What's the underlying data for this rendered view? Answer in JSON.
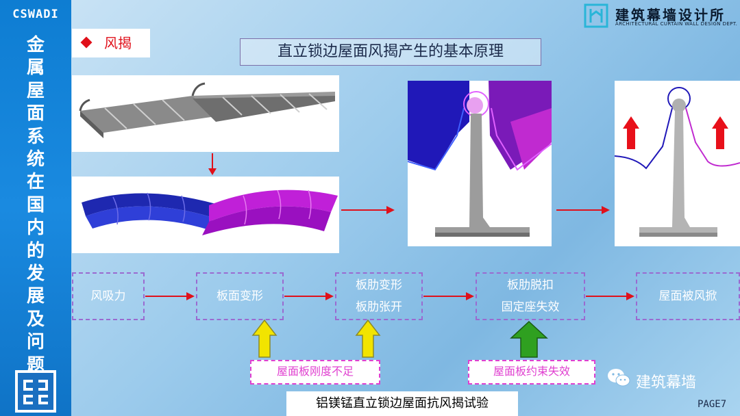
{
  "sidebar": {
    "org": "CSWADI",
    "vertical_title": "金属屋面系统在国内的发展及问题"
  },
  "header": {
    "brand_cn": "建筑幕墙设计所",
    "brand_en": "ARCHITECTURAL CURTAIN WALL DESIGN DEPT."
  },
  "section_tag": "风揭",
  "title": "直立锁边屋面风揭产生的基本原理",
  "flow": {
    "steps": [
      {
        "line1": "风吸力"
      },
      {
        "line1": "板面变形"
      },
      {
        "line1": "板肋变形",
        "line2": "板肋张开"
      },
      {
        "line1": "板肋脱扣",
        "line2": "固定座失效"
      },
      {
        "line1": "屋面被风掀"
      }
    ],
    "causes": [
      "屋面板刚度不足",
      "屋面板约束失效"
    ]
  },
  "bottom_caption": "铝镁锰直立锁边屋面抗风揭试验",
  "wechat_label": "建筑幕墙",
  "page_label": "PAGE7",
  "colors": {
    "sidebar": "#0e7dd2",
    "accent_red": "#e0101a",
    "dash_purple": "#9a6ad0",
    "cause_magenta": "#e040d0",
    "arrow_yellow": "#f2e400",
    "arrow_green": "#2fa020"
  }
}
